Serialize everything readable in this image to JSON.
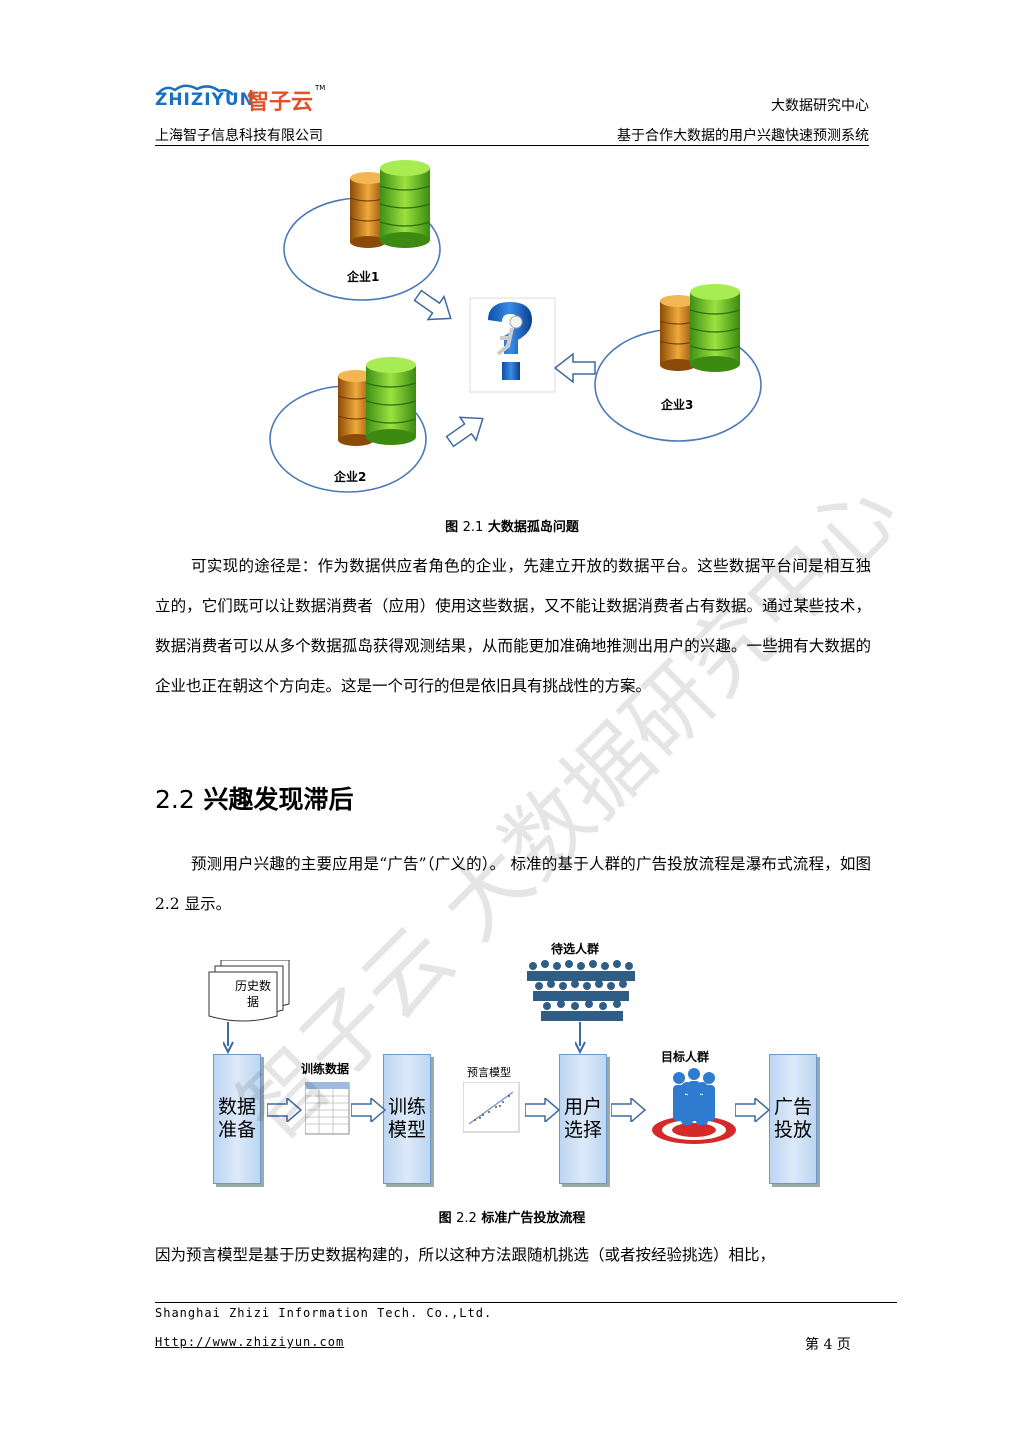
{
  "header": {
    "logo_en": "ZHIZIYUN",
    "logo_cn": "智子云",
    "tm": "TM",
    "right_top": "大数据研究中心",
    "left": "上海智子信息科技有限公司",
    "right": "基于合作大数据的用户兴趣快速预测系统"
  },
  "figure1": {
    "labels": [
      "企业1",
      "企业2",
      "企业3"
    ],
    "caption_prefix": "图",
    "caption_num": "2.1",
    "caption_text": "大数据孤岛问题"
  },
  "paragraph1": "可实现的途径是：作为数据供应者角色的企业，先建立开放的数据平台。这些数据平台间是相互独立的，它们既可以让数据消费者（应用）使用这些数据，又不能让数据消费者占有数据。通过某些技术，数据消费者可以从多个数据孤岛获得观测结果，从而能更加准确地推测出用户的兴趣。一些拥有大数据的企业也正在朝这个方向走。这是一个可行的但是依旧具有挑战性的方案。",
  "section": {
    "number": "2.2",
    "title": "兴趣发现滞后"
  },
  "paragraph2": "预测用户兴趣的主要应用是“广告”（广义的）。 标准的基于人群的广告投放流程是瀑布式流程，如图 2.2 显示。",
  "figure2": {
    "history": "历史数据",
    "candidates": "待选人群",
    "target": "目标人群",
    "training_data": "训练数据",
    "model": "预言模型",
    "boxes": [
      "数据准备",
      "训练模型",
      "用户选择",
      "广告投放"
    ],
    "caption_prefix": "图",
    "caption_num": "2.2",
    "caption_text": "标准广告投放流程"
  },
  "paragraph3": "因为预言模型是基于历史数据构建的，所以这种方法跟随机挑选（或者按经验挑选）相比，",
  "watermark": "智子云 大数据研究中心",
  "footer": {
    "company": "Shanghai Zhizi Information Tech. Co.,Ltd.",
    "url": "Http://www.zhiziyun.com",
    "page": "第 4 页"
  },
  "colors": {
    "logo_blue": "#1a6fc0",
    "logo_orange": "#e0522a",
    "box_blue": "#bcd6f2"
  }
}
